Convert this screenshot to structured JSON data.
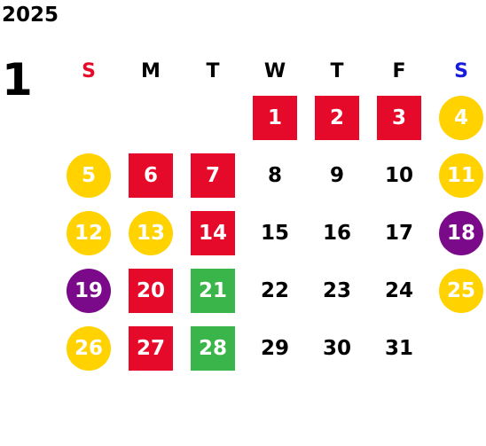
{
  "year": "2025",
  "month": "1",
  "colors": {
    "sunday": "#e60a2a",
    "saturday": "#1a1adb",
    "red": "#e60a2a",
    "green": "#39b54a",
    "yellow": "#ffd200",
    "purple": "#7a0a8a"
  },
  "weekdays": [
    {
      "label": "S",
      "color": "#e60a2a"
    },
    {
      "label": "M",
      "color": "#000000"
    },
    {
      "label": "T",
      "color": "#000000"
    },
    {
      "label": "W",
      "color": "#000000"
    },
    {
      "label": "T",
      "color": "#000000"
    },
    {
      "label": "F",
      "color": "#000000"
    },
    {
      "label": "S",
      "color": "#1a1adb"
    }
  ],
  "weeks": [
    [
      {
        "day": "",
        "style": "empty"
      },
      {
        "day": "",
        "style": "empty"
      },
      {
        "day": "",
        "style": "empty"
      },
      {
        "day": "1",
        "style": "red"
      },
      {
        "day": "2",
        "style": "red"
      },
      {
        "day": "3",
        "style": "red"
      },
      {
        "day": "4",
        "style": "yellow"
      }
    ],
    [
      {
        "day": "5",
        "style": "yellow"
      },
      {
        "day": "6",
        "style": "red"
      },
      {
        "day": "7",
        "style": "red"
      },
      {
        "day": "8",
        "style": "plain"
      },
      {
        "day": "9",
        "style": "plain"
      },
      {
        "day": "10",
        "style": "plain"
      },
      {
        "day": "11",
        "style": "yellow"
      }
    ],
    [
      {
        "day": "12",
        "style": "yellow"
      },
      {
        "day": "13",
        "style": "yellow"
      },
      {
        "day": "14",
        "style": "red"
      },
      {
        "day": "15",
        "style": "plain"
      },
      {
        "day": "16",
        "style": "plain"
      },
      {
        "day": "17",
        "style": "plain"
      },
      {
        "day": "18",
        "style": "purple"
      }
    ],
    [
      {
        "day": "19",
        "style": "purple"
      },
      {
        "day": "20",
        "style": "red"
      },
      {
        "day": "21",
        "style": "green"
      },
      {
        "day": "22",
        "style": "plain"
      },
      {
        "day": "23",
        "style": "plain"
      },
      {
        "day": "24",
        "style": "plain"
      },
      {
        "day": "25",
        "style": "yellow"
      }
    ],
    [
      {
        "day": "26",
        "style": "yellow"
      },
      {
        "day": "27",
        "style": "red"
      },
      {
        "day": "28",
        "style": "green"
      },
      {
        "day": "29",
        "style": "plain"
      },
      {
        "day": "30",
        "style": "plain"
      },
      {
        "day": "31",
        "style": "plain"
      },
      {
        "day": "",
        "style": "empty"
      }
    ]
  ]
}
